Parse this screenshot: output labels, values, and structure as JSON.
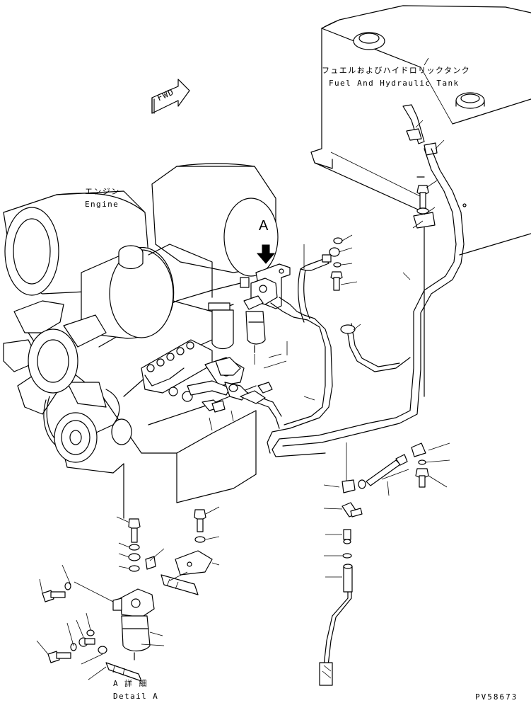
{
  "labels": {
    "fuel_tank_jp": "フュエルおよびハイドロリックタンク",
    "fuel_tank_en": "Fuel And Hydraulic Tank",
    "engine_jp": "エンジン",
    "engine_en": "Engine",
    "view_marker": "A",
    "fwd": "FWD",
    "detail_jp": "A 詳 細",
    "detail_en": "Detail A",
    "drawing_number": "PV58673"
  },
  "colors": {
    "ink": "#000000",
    "paper": "#ffffff"
  }
}
